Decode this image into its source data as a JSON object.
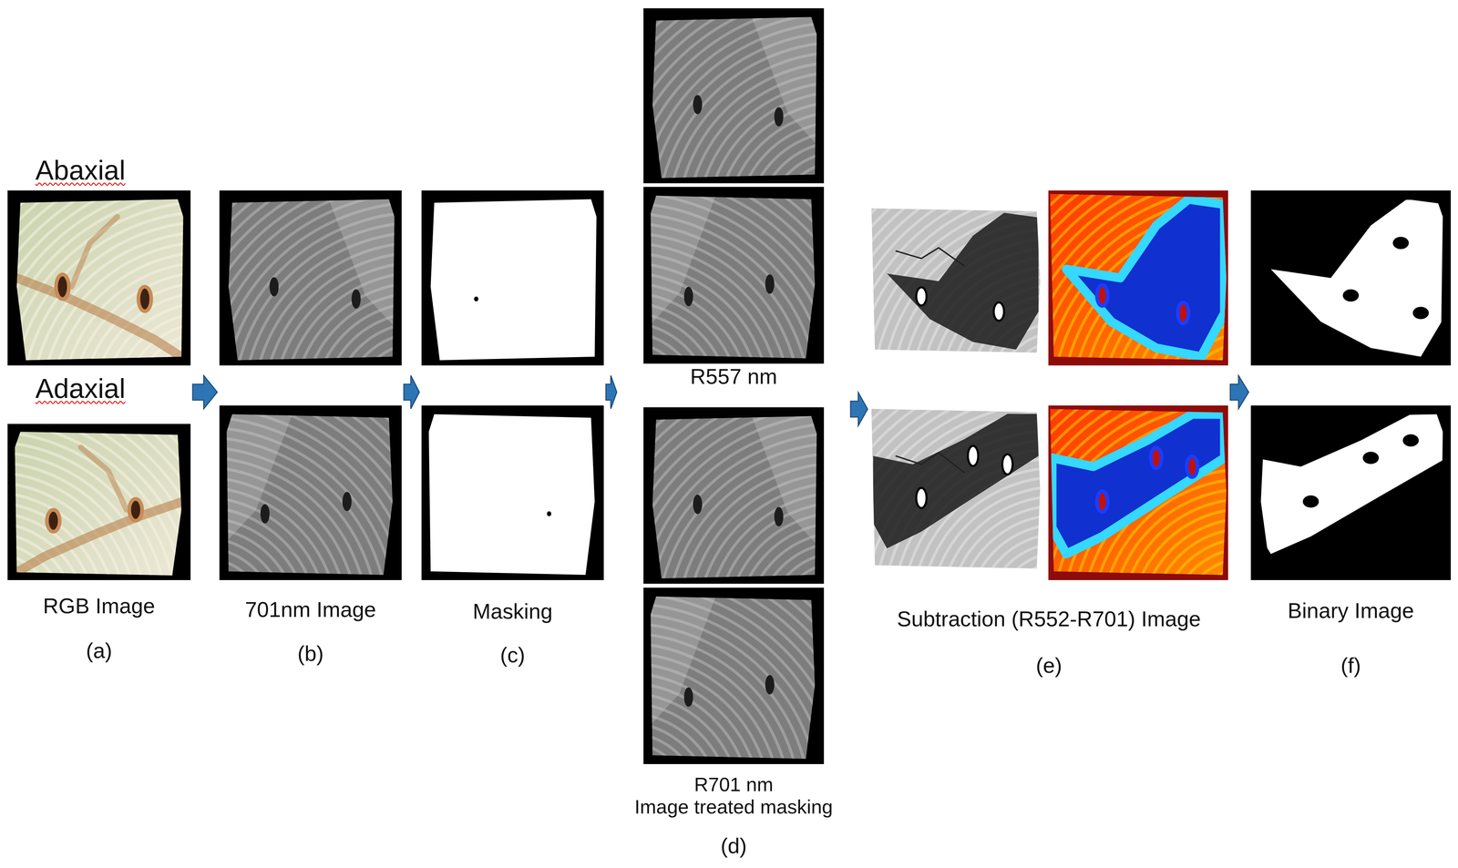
{
  "diagram": {
    "nodes": [
      {
        "text": [
          "RGB Image",
          "(a)"
        ]
      },
      {
        "text": [
          "701nm Image",
          "(b)"
        ]
      },
      {
        "text": [
          "Masking",
          "(c)"
        ]
      },
      {
        "text": [
          "R557 nm",
          "R701 nm Image treated masking",
          "(d)"
        ]
      },
      {
        "text": [
          "Subtraction (R552-R701) Image",
          "(e)"
        ]
      },
      {
        "text": [
          "Binary Image",
          "(f)"
        ]
      }
    ],
    "edges": [
      {
        "from": 0,
        "to": 1,
        "arrow": "to"
      },
      {
        "from": 1,
        "to": 2,
        "arrow": "to"
      },
      {
        "from": 2,
        "to": 3,
        "arrow": "to"
      },
      {
        "from": 3,
        "to": 4,
        "arrow": "to"
      },
      {
        "from": 4,
        "to": 5,
        "arrow": "to"
      }
    ],
    "labels": [
      "Abaxial",
      "Adaxial"
    ]
  }
}
